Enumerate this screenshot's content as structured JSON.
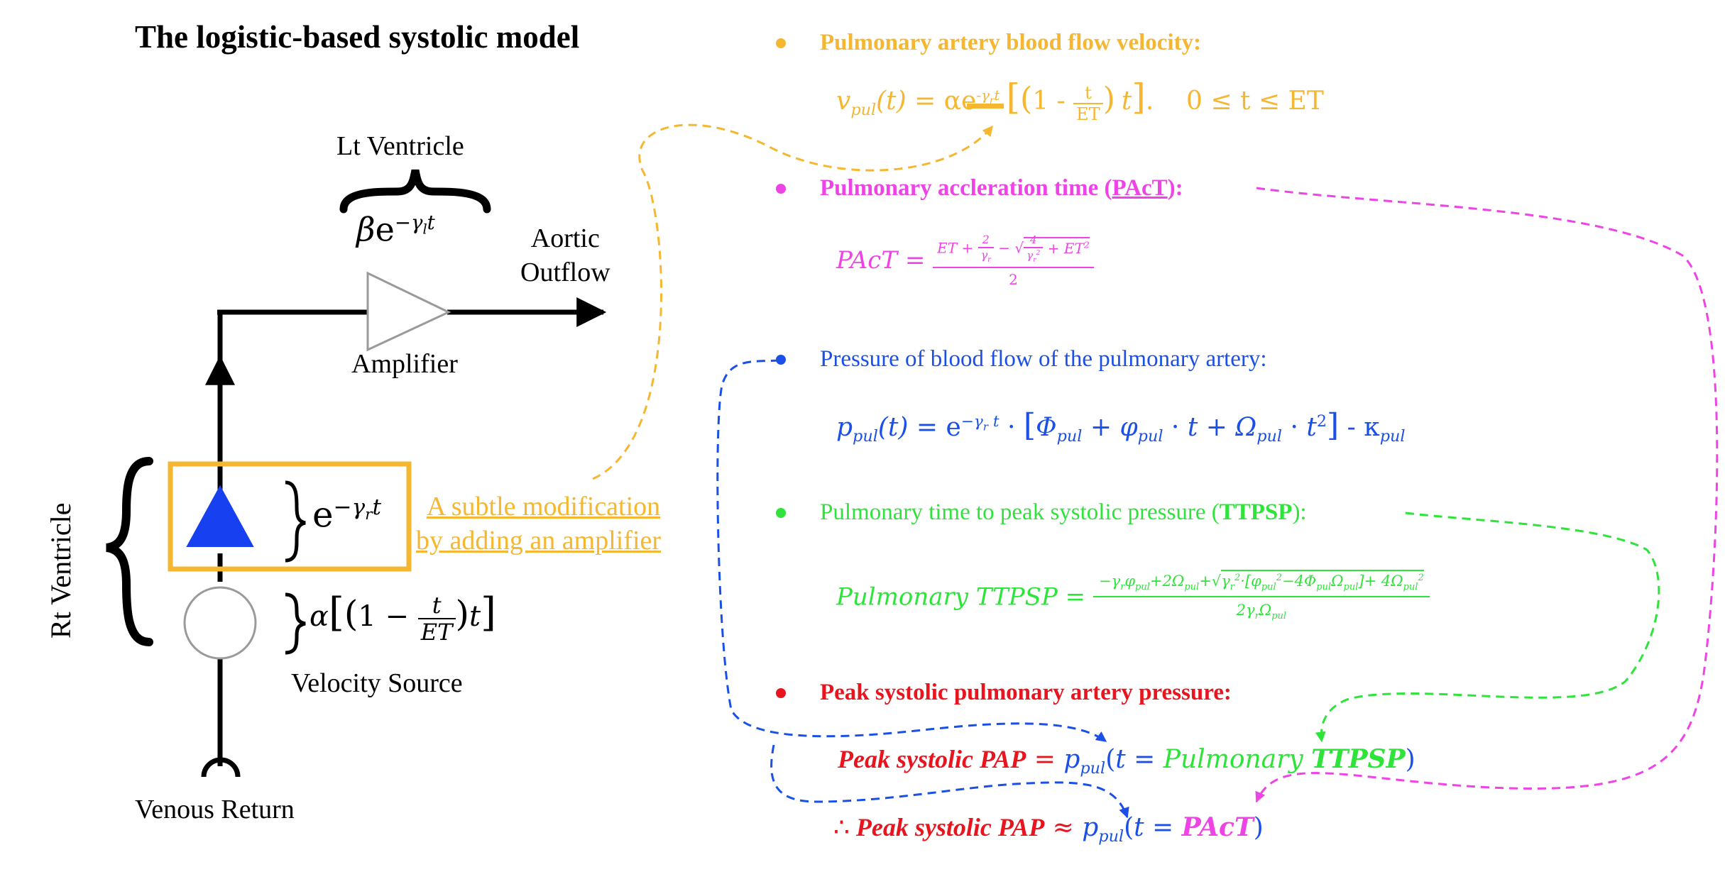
{
  "title": "The logistic-based systolic model",
  "left": {
    "lt_ventricle": "Lt Ventricle",
    "lt_formula": "βe^{−γ_l t}",
    "aortic_outflow_line1": "Aortic",
    "aortic_outflow_line2": "Outflow",
    "amplifier": "Amplifier",
    "rt_ventricle": "Rt Ventricle",
    "rt_formula": "e^{−γ_r t}",
    "velocity_formula": "α[(1 − t/ET)t]",
    "velocity_source": "Velocity Source",
    "venous_return": "Venous Return",
    "modification_line1": "A subtle modification",
    "modification_line2": "by adding an amplifier"
  },
  "bullets": [
    {
      "label": "Pulmonary artery blood flow velocity:",
      "color": "#F5B731"
    },
    {
      "label_pre": "Pulmonary accleration time (",
      "label_link": "PAcT",
      "label_post": "):",
      "color": "#EE44E6"
    },
    {
      "label": "Pressure of blood flow of the pulmonary artery:",
      "color": "#1A50E8"
    },
    {
      "label_pre": "Pulmonary time to peak systolic pressure (",
      "label_bold": "TTPSP",
      "label_post": "):",
      "color": "#2EE43A"
    },
    {
      "label": "Peak systolic pulmonary artery pressure:",
      "color": "#E8141E"
    }
  ],
  "equations": {
    "velocity": "v_pul(t) = αe^{−γ_r t} [(1 − t/ET) t].   0 ≤ t ≤ ET",
    "pact": "PAcT = (ET + 2/γ_r − √(4/γ_r² + ET²)) / 2",
    "pressure": "p_pul(t) = e^{−γ_r t} · [Φ_pul + φ_pul · t + Ω_pul · t²] - κ_pul",
    "ttpsp": "Pulmonary TTPSP = (−γ_r φ_pul + 2Ω_pul + √(γ_r²·[φ_pul² − 4Φ_pul Ω_pul] + 4Ω_pul²)) / (2γ_r Ω_pul)",
    "peak1_lhs": "Peak systolic PAP",
    "peak1_mid": "Pulmonary",
    "peak1_tt": "TTPSP",
    "peak2_lhs": "Peak systolic PAP",
    "peak2_pact": "PAcT",
    "therefore": "∴"
  },
  "colors": {
    "orange": "#F5B731",
    "magenta": "#EE44E6",
    "blue": "#1A50E8",
    "green": "#2EE43A",
    "red": "#E8141E",
    "triangle_fill": "#1741F0",
    "box": "#F5B731"
  }
}
